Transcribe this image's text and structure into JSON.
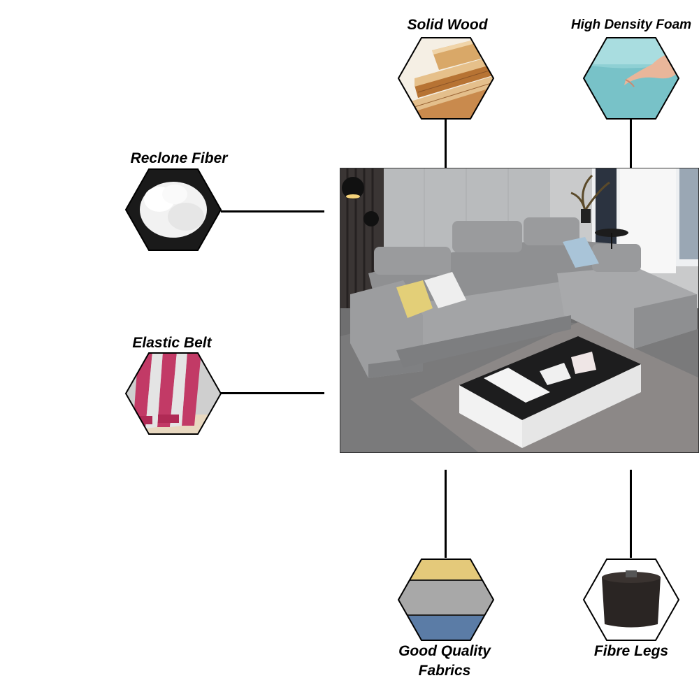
{
  "features": {
    "solid_wood": "Solid Wood",
    "high_density_foam": "High Density Foam",
    "reclone_fiber": "Reclone Fiber",
    "elastic_belt": "Elastic Belt",
    "good_quality_fabrics_line1": "Good Quality",
    "good_quality_fabrics_line2": "Fabrics",
    "fibre_legs": "Fibre Legs"
  },
  "product": {
    "image": "grey-l-shaped-sofa-with-coffee-table"
  }
}
